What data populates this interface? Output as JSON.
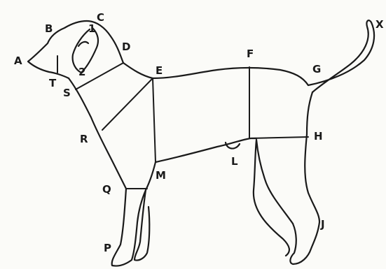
{
  "figure": {
    "labels": {
      "A": "A",
      "B": "B",
      "C": "C",
      "D": "D",
      "E": "E",
      "F": "F",
      "G": "G",
      "X": "X",
      "H": "H",
      "J": "J",
      "L": "L",
      "M": "M",
      "Q": "Q",
      "P": "P",
      "R": "R",
      "S": "S",
      "T": "T",
      "one": "1",
      "two": "2"
    }
  }
}
